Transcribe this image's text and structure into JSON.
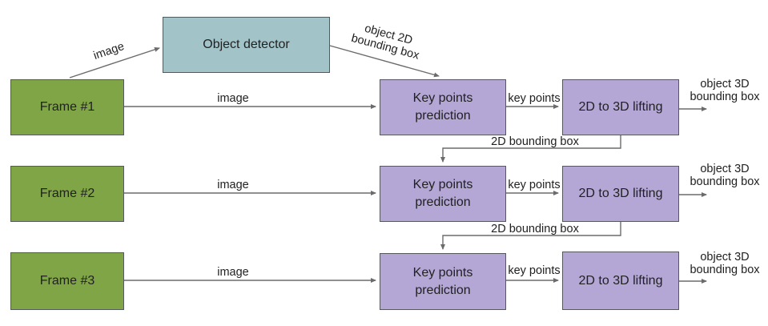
{
  "diagram": {
    "type": "flow-diagram",
    "description_visible_text_only": true,
    "nodes": [
      {
        "id": "object_detector",
        "label": "Object detector",
        "kind": "detector"
      },
      {
        "id": "frame_1",
        "label": "Frame #1",
        "kind": "frame"
      },
      {
        "id": "frame_2",
        "label": "Frame #2",
        "kind": "frame"
      },
      {
        "id": "frame_3",
        "label": "Frame #3",
        "kind": "frame"
      },
      {
        "id": "key_points_1",
        "label": "Key points prediction",
        "kind": "process"
      },
      {
        "id": "key_points_2",
        "label": "Key points prediction",
        "kind": "process"
      },
      {
        "id": "key_points_3",
        "label": "Key points prediction",
        "kind": "process"
      },
      {
        "id": "lifting_1",
        "label": "2D to 3D lifting",
        "kind": "process"
      },
      {
        "id": "lifting_2",
        "label": "2D to 3D lifting",
        "kind": "process"
      },
      {
        "id": "lifting_3",
        "label": "2D to 3D lifting",
        "kind": "process"
      }
    ],
    "edges": [
      {
        "from": "frame_1",
        "to": "object_detector",
        "label": "image"
      },
      {
        "from": "object_detector",
        "to": "key_points_1",
        "label": "object 2D bounding box"
      },
      {
        "from": "frame_1",
        "to": "key_points_1",
        "label": "image"
      },
      {
        "from": "key_points_1",
        "to": "lifting_1",
        "label": "key points"
      },
      {
        "from": "lifting_1",
        "to": "output_1",
        "label": "object 3D bounding box"
      },
      {
        "from": "lifting_1",
        "to": "key_points_2",
        "label": "2D bounding box"
      },
      {
        "from": "frame_2",
        "to": "key_points_2",
        "label": "image"
      },
      {
        "from": "key_points_2",
        "to": "lifting_2",
        "label": "key points"
      },
      {
        "from": "lifting_2",
        "to": "output_2",
        "label": "object 3D bounding box"
      },
      {
        "from": "lifting_2",
        "to": "key_points_3",
        "label": "2D bounding box"
      },
      {
        "from": "frame_3",
        "to": "key_points_3",
        "label": "image"
      },
      {
        "from": "key_points_3",
        "to": "lifting_3",
        "label": "key points"
      },
      {
        "from": "lifting_3",
        "to": "output_3",
        "label": "object 3D bounding box"
      }
    ],
    "colors": {
      "frame_fill": "#80a546",
      "detector_fill": "#a2c4c9",
      "process_fill": "#b4a7d6",
      "border": "#55585c",
      "arrow": "#6b6b6b",
      "text": "#212121",
      "background": "#ffffff"
    }
  }
}
